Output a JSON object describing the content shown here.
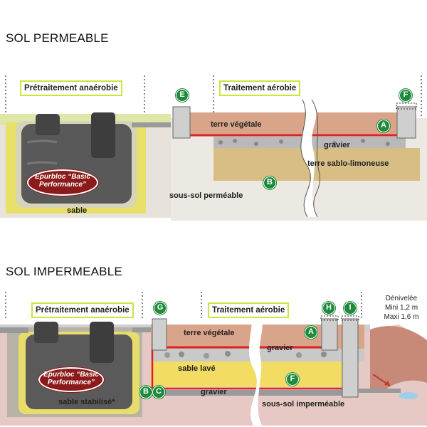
{
  "sections": [
    {
      "title": "SOL PERMEABLE",
      "pretreatment": "Prétraitement anaérobie",
      "treatment": "Traitement aérobie",
      "brand": [
        "Epurbloc “Basic",
        "Performance”"
      ],
      "layers": {
        "top_soil": "terre végétale",
        "gravel": "gravier",
        "sandy_loam": "terre sablo-limoneuse",
        "subsoil": "sous-sol perméable",
        "sand": "sable"
      },
      "badges": {
        "e": "E",
        "f": "F",
        "a": "A",
        "b": "B"
      }
    },
    {
      "title": "SOL IMPERMEABLE",
      "pretreatment": "Prétraitement anaérobie",
      "treatment": "Traitement aérobie",
      "brand": [
        "Epurbloc “Basic",
        "Performance”"
      ],
      "layers": {
        "top_soil": "terre végétale",
        "gravel_top": "gravier",
        "washed_sand": "sable lavé",
        "gravel_bottom": "gravier",
        "subsoil": "sous-sol imperméable",
        "stabilized_sand": "sable stabilisé*"
      },
      "badges": {
        "g": "G",
        "h": "H",
        "i": "I",
        "a": "A",
        "f": "F",
        "b": "B",
        "c": "C"
      },
      "drop_note": [
        "Dénivelée",
        "Mini 1,2 m",
        "Maxi 1,6 m"
      ]
    }
  ],
  "colors": {
    "label_border": "#cde43c",
    "badge": "#1f8a3b",
    "brand": "#8b1a1a",
    "liner": "#d9242a",
    "top_soil": "#d9a58a",
    "sandy_loam": "#d8bd84",
    "washed_sand": "#f2dc63",
    "impermeable_soil": "#e6c9c4"
  }
}
